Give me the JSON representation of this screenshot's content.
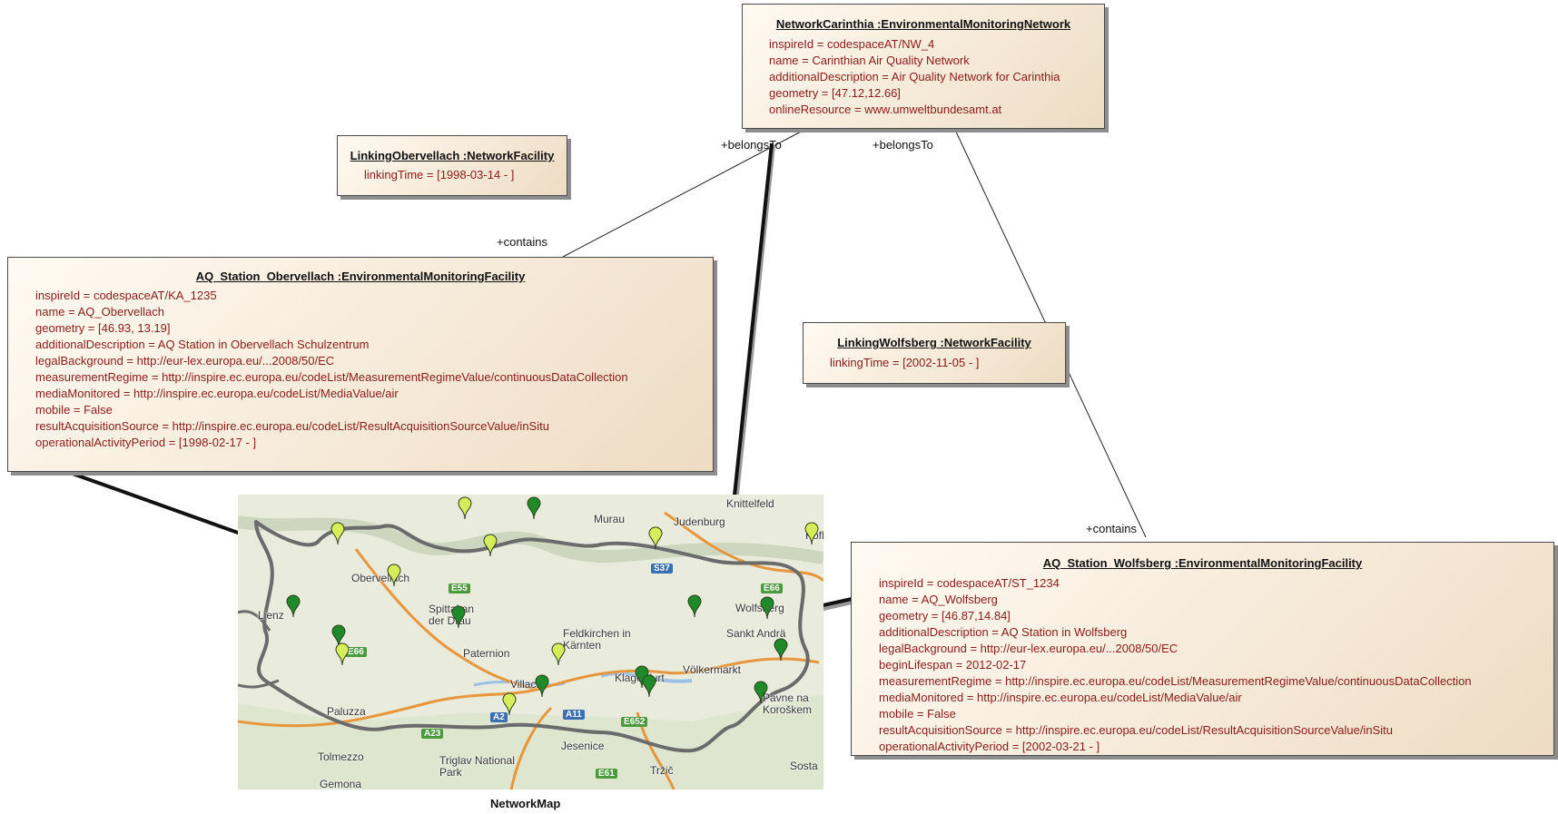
{
  "network": {
    "title": "NetworkCarinthia :EnvironmentalMonitoringNetwork",
    "attrs": [
      "inspireId = codespaceAT/NW_4",
      "name = Carinthian Air Quality Network",
      "additionalDescription = Air Quality Network for Carinthia",
      "geometry = [47.12,12.66]",
      "onlineResource = www.umweltbundesamt.at"
    ]
  },
  "linking_obervellach": {
    "title": "LinkingObervellach :NetworkFacility",
    "attrs": [
      "linkingTime = [1998-03-14 - ]"
    ]
  },
  "linking_wolfsberg": {
    "title": "LinkingWolfsberg :NetworkFacility",
    "attrs": [
      "linkingTime = [2002-11-05 - ]"
    ]
  },
  "station_obervellach": {
    "title": "AQ_Station_Obervellach :EnvironmentalMonitoringFacility",
    "attrs": [
      "inspireId = codespaceAT/KA_1235",
      "name = AQ_Obervellach",
      "geometry = [46.93, 13.19]",
      "additionalDescription = AQ Station in Obervellach Schulzentrum",
      "legalBackground = http://eur-lex.europa.eu/...2008/50/EC",
      "measurementRegime = http://inspire.ec.europa.eu/codeList/MeasurementRegimeValue/continuousDataCollection",
      "mediaMonitored = http://inspire.ec.europa.eu/codeList/MediaValue/air",
      "mobile = False",
      "resultAcquisitionSource = http://inspire.ec.europa.eu/codeList/ResultAcquisitionSourceValue/inSitu",
      "operationalActivityPeriod = [1998-02-17 - ]"
    ]
  },
  "station_wolfsberg": {
    "title": "AQ_Station_Wolfsberg :EnvironmentalMonitoringFacility",
    "attrs": [
      "inspireId = codespaceAT/ST_1234",
      "name = AQ_Wolfsberg",
      "geometry = [46.87,14.84]",
      "additionalDescription = AQ Station in Wolfsberg",
      "legalBackground = http://eur-lex.europa.eu/...2008/50/EC",
      "beginLifespan = 2012-02-17",
      "measurementRegime = http://inspire.ec.europa.eu/codeList/MeasurementRegimeValue/continuousDataCollection",
      "mediaMonitored = http://inspire.ec.europa.eu/codeList/MediaValue/air",
      "mobile = False",
      "resultAcquisitionSource = http://inspire.ec.europa.eu/codeList/ResultAcquisitionSourceValue/inSitu",
      "operationalActivityPeriod = [2002-03-21 - ]"
    ]
  },
  "roles": {
    "belongs_to_1": "+belongsTo",
    "belongs_to_2": "+belongsTo",
    "contains_1": "+contains",
    "contains_2": "+contains"
  },
  "map": {
    "caption": "NetworkMap",
    "towns": [
      "Murau",
      "Judenburg",
      "Knittelfeld",
      "Obervellach",
      "Spittal an der Drau",
      "Feldkirchen in Kärnten",
      "Paternion",
      "Villach",
      "Klagenfurt",
      "Völkermarkt",
      "Wolfsberg",
      "Sankt Andrä",
      "Lienz",
      "Paluzza",
      "Tolmezzo",
      "Gemona",
      "Triglav National Park",
      "Jesenice",
      "Tržič",
      "Pavne na Koroškem",
      "Sosta",
      "Köfla"
    ],
    "roads": [
      "S37",
      "E66",
      "E55",
      "E66",
      "A2",
      "A11",
      "E652",
      "A23",
      "E61"
    ],
    "colors": {
      "marker_light": "#d7ee5a",
      "marker_dark": "#1f8a2a",
      "border": "#6b6b6b"
    }
  }
}
